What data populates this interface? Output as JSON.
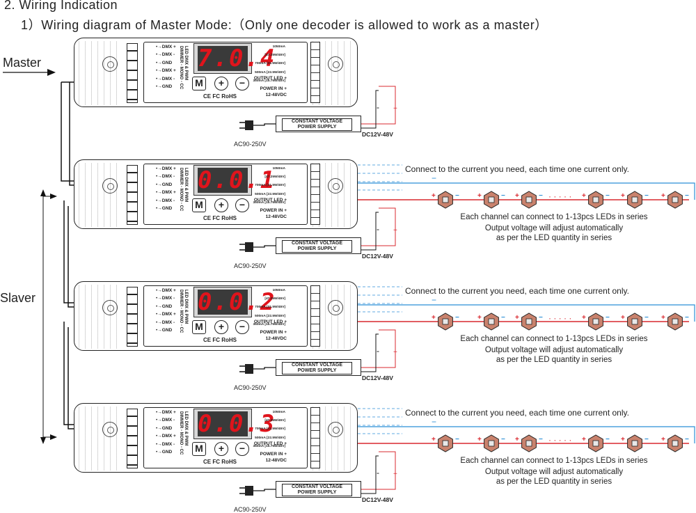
{
  "title": "2. Wiring Indication",
  "subtitle": "1）Wiring diagram of Master Mode:（Only one decoder is allowed to work as a master）",
  "labels": {
    "master": "Master",
    "slaver": "Slaver"
  },
  "decoder": {
    "dmx_terminals": [
      "DMX +",
      "DMX -",
      "GND",
      "DMX +",
      "DMX -",
      "GND"
    ],
    "model_lines": [
      "LED DMX & PWM",
      "DIMMER - MONO - CC"
    ],
    "buttons": {
      "mode": "M",
      "up": "+",
      "down": "−"
    },
    "certifications": "CE FC RoHS",
    "current_options": [
      "1050mA [47.25W/45V]",
      "700mA [31.5W/45V]",
      "500mA [22.5W/45V]",
      "350mA [15.75W/45V]"
    ],
    "output_label": "OUTPUT LED +",
    "power_label": "POWER IN +",
    "power_range": "12-48VDC"
  },
  "units": [
    {
      "display": "7.0.4",
      "role": "master"
    },
    {
      "display": "0.0.1",
      "role": "slaver"
    },
    {
      "display": "0.0.2",
      "role": "slaver"
    },
    {
      "display": "0.0.3",
      "role": "slaver"
    }
  ],
  "power_supply": {
    "line1": "CONSTANT VOLTAGE",
    "line2": "POWER SUPPLY",
    "ac": "AC90-250V",
    "dc": "DC12V-48V",
    "plus": "+",
    "minus": "-"
  },
  "annotations": {
    "connect": "Connect to the current you need,  each time one current only.",
    "series": "Each channel can connect to 1-13pcs LEDs in series",
    "adjust_line1": "Output voltage will adjust automatically",
    "adjust_line2": "as per the LED quantity in series",
    "dots": "· · · · ·"
  },
  "colors": {
    "red_wire": "#d9282f",
    "blue_wire": "#2b8fd6",
    "black_wire": "#111111",
    "led_fill": "#c9826d"
  }
}
